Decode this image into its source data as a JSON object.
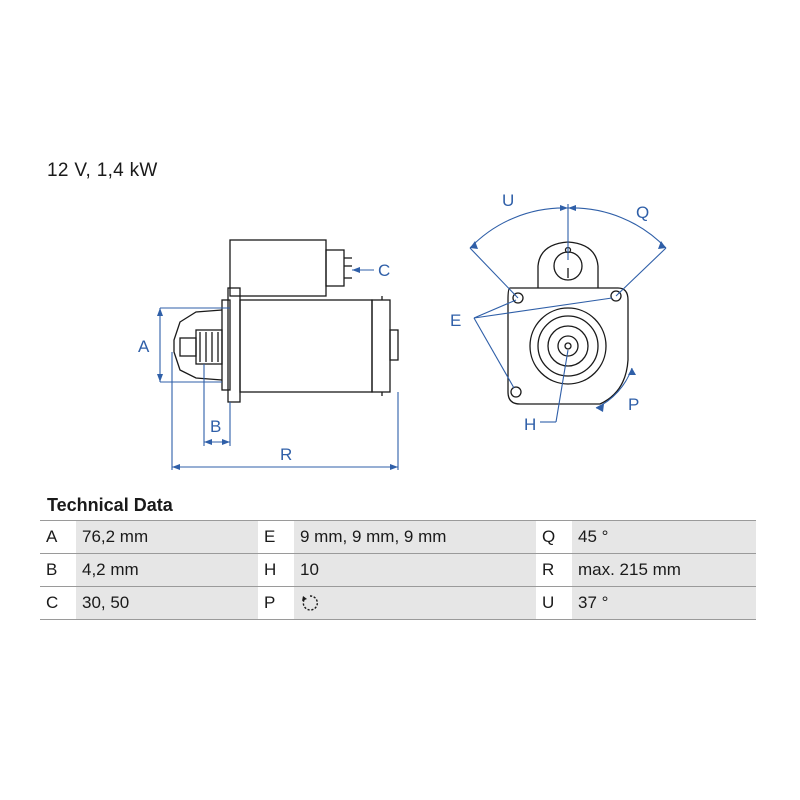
{
  "spec_line": "12 V, 1,4 kW",
  "diagram": {
    "labels": {
      "A": "A",
      "B": "B",
      "C": "C",
      "R": "R",
      "E": "E",
      "H": "H",
      "P": "P",
      "Q": "Q",
      "U": "U"
    },
    "accent_color": "#2f5fa8",
    "line_color": "#1a1a1a"
  },
  "technical_data": {
    "title": "Technical Data",
    "rows": [
      [
        {
          "key": "A",
          "value": "76,2 mm"
        },
        {
          "key": "E",
          "value": "9 mm, 9 mm, 9 mm"
        },
        {
          "key": "Q",
          "value": "45 °"
        }
      ],
      [
        {
          "key": "B",
          "value": "4,2 mm"
        },
        {
          "key": "H",
          "value": "10"
        },
        {
          "key": "R",
          "value": "max. 215 mm"
        }
      ],
      [
        {
          "key": "C",
          "value": "30, 50"
        },
        {
          "key": "P",
          "value": "",
          "icon": "clockwise-rotation-icon"
        },
        {
          "key": "U",
          "value": "37 °"
        }
      ]
    ]
  }
}
